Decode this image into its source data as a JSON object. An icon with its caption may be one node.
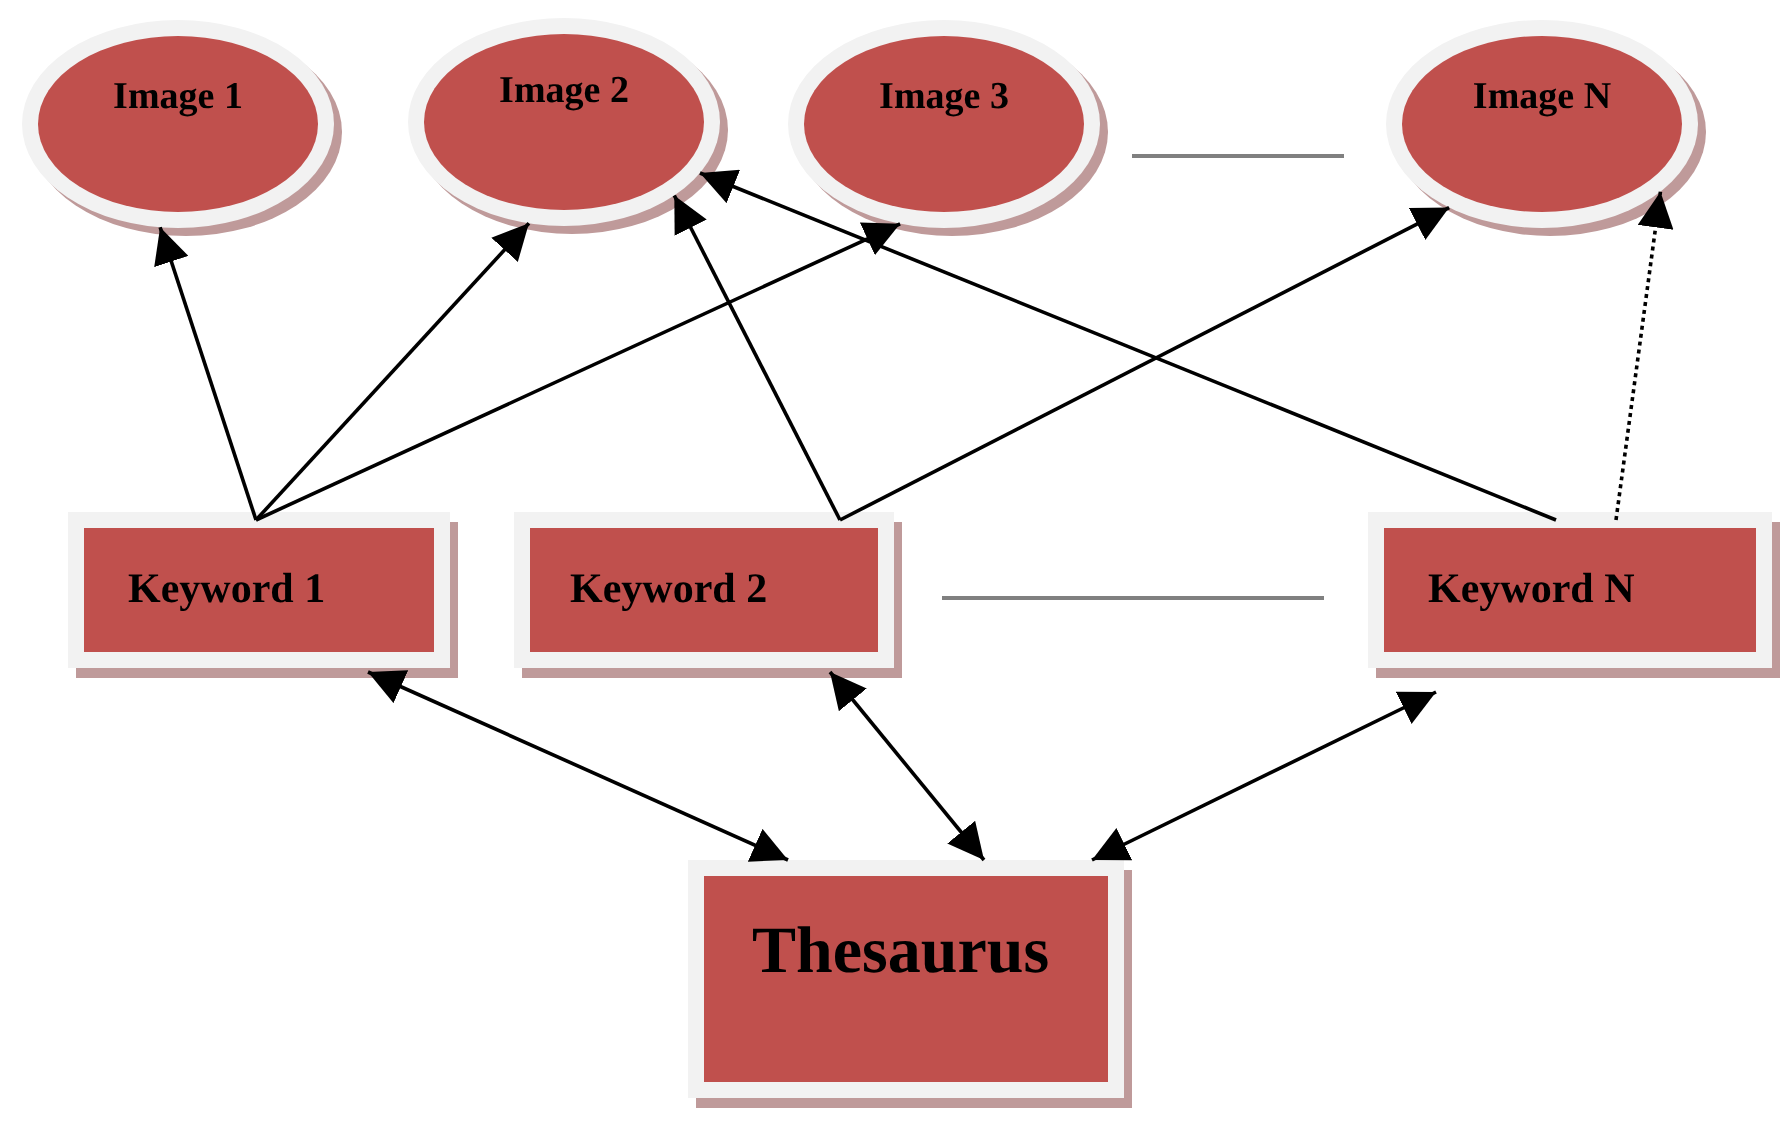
{
  "diagram": {
    "nodes": [
      {
        "text": [
          "Image 1"
        ]
      },
      {
        "text": [
          "Image 2"
        ]
      },
      {
        "text": [
          "Image 3"
        ]
      },
      {
        "text": [
          "Image N"
        ]
      },
      {
        "text": [
          "Keyword 1"
        ]
      },
      {
        "text": [
          "Keyword 2"
        ]
      },
      {
        "text": [
          "Keyword N"
        ]
      },
      {
        "text": [
          "Thesaurus"
        ]
      }
    ],
    "edges": [
      {
        "from": 4,
        "to": 0,
        "arrow": "to"
      },
      {
        "from": 4,
        "to": 1,
        "arrow": "to"
      },
      {
        "from": 4,
        "to": 2,
        "arrow": "to"
      },
      {
        "from": 5,
        "to": 1,
        "arrow": "to"
      },
      {
        "from": 5,
        "to": 3,
        "arrow": "to"
      },
      {
        "from": 6,
        "to": 1,
        "arrow": "to"
      },
      {
        "from": 6,
        "to": 3,
        "arrow": "to",
        "style": "dashed"
      },
      {
        "from": 4,
        "to": 7,
        "arrow": "both"
      },
      {
        "from": 5,
        "to": 7,
        "arrow": "both"
      },
      {
        "from": 6,
        "to": 7,
        "arrow": "both"
      }
    ]
  }
}
